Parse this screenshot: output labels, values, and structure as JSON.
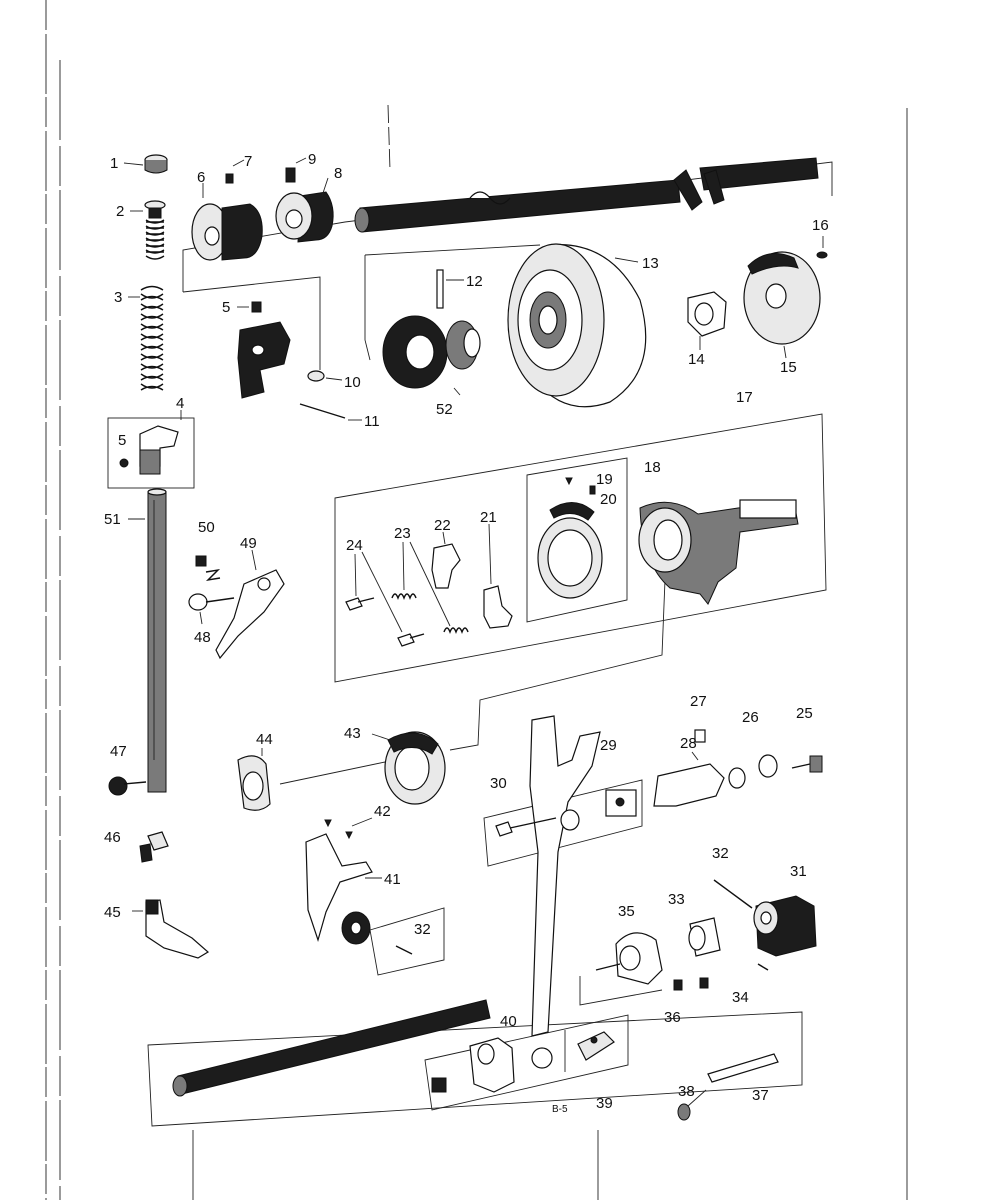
{
  "labels": {
    "p1": "1",
    "p2": "2",
    "p3": "3",
    "p4": "4",
    "p5a": "5",
    "p5b": "5",
    "p6": "6",
    "p7": "7",
    "p8": "8",
    "p9": "9",
    "p10": "10",
    "p11": "11",
    "p12": "12",
    "p13": "13",
    "p14": "14",
    "p15": "15",
    "p16": "16",
    "p17": "17",
    "p18": "18",
    "p19": "19",
    "p20": "20",
    "p21": "21",
    "p22": "22",
    "p23": "23",
    "p24": "24",
    "p25": "25",
    "p26": "26",
    "p27": "27",
    "p28": "28",
    "p29": "29",
    "p30": "30",
    "p31": "31",
    "p32a": "32",
    "p32b": "32",
    "p33": "33",
    "p34": "34",
    "p35": "35",
    "p36": "36",
    "p37": "37",
    "p38": "38",
    "p39": "39",
    "p40": "40",
    "p41": "41",
    "p42": "42",
    "p43": "43",
    "p44": "44",
    "p45": "45",
    "p46": "46",
    "p47": "47",
    "p48": "48",
    "p49": "49",
    "p50": "50",
    "p51": "51",
    "p52": "52",
    "code": "B-5"
  },
  "colors": {
    "ink": "#111111",
    "paper": "#ffffff"
  }
}
